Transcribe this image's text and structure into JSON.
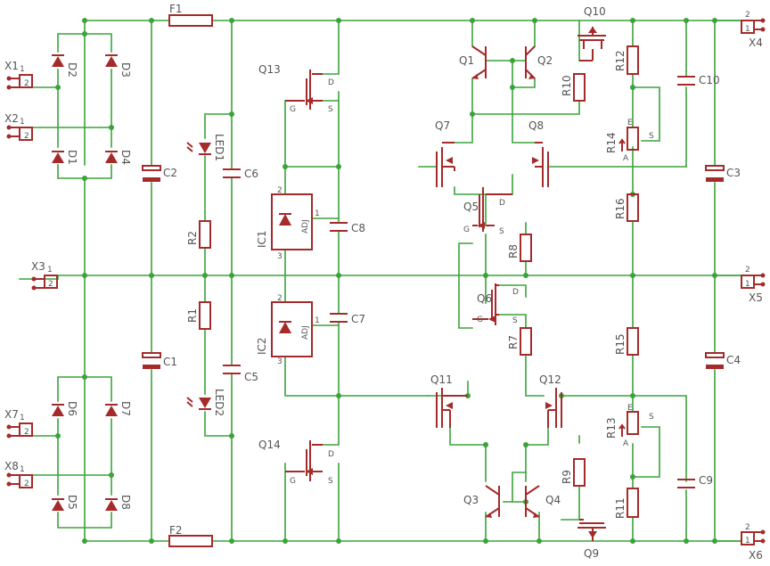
{
  "colors": {
    "wire": "#3aa33a",
    "part": "#a52a2a",
    "text": "#555555",
    "background": "#ffffff"
  },
  "labels": {
    "F1": "F1",
    "F2": "F2",
    "X1": "X1",
    "X2": "X2",
    "X3": "X3",
    "X4": "X4",
    "X5": "X5",
    "X6": "X6",
    "X7": "X7",
    "X8": "X8",
    "D1": "D1",
    "D2": "D2",
    "D3": "D3",
    "D4": "D4",
    "D5": "D5",
    "D6": "D6",
    "D7": "D7",
    "D8": "D8",
    "C1": "C1",
    "C2": "C2",
    "C3": "C3",
    "C4": "C4",
    "C5": "C5",
    "C6": "C6",
    "C7": "C7",
    "C8": "C8",
    "C9": "C9",
    "C10": "C10",
    "LED1": "LED1",
    "LED2": "LED2",
    "R1": "R1",
    "R2": "R2",
    "IC1": "IC1",
    "IC2": "IC2",
    "ADJ": "ADJ",
    "Q1": "Q1",
    "Q2": "Q2",
    "Q3": "Q3",
    "Q4": "Q4",
    "Q5": "Q5",
    "Q6": "Q6",
    "Q7": "Q7",
    "Q8": "Q8",
    "Q9": "Q9",
    "Q10": "Q10",
    "Q11": "Q11",
    "Q12": "Q12",
    "Q13": "Q13",
    "Q14": "Q14",
    "R7": "R7",
    "R8": "R8",
    "R9": "R9",
    "R10": "R10",
    "R11": "R11",
    "R12": "R12",
    "R13": "R13",
    "R14": "R14",
    "R15": "R15",
    "R16": "R16",
    "pin1": "1",
    "pin2": "2",
    "pin3": "3",
    "G": "G",
    "D": "D",
    "S": "S",
    "A": "A",
    "E": "E"
  }
}
